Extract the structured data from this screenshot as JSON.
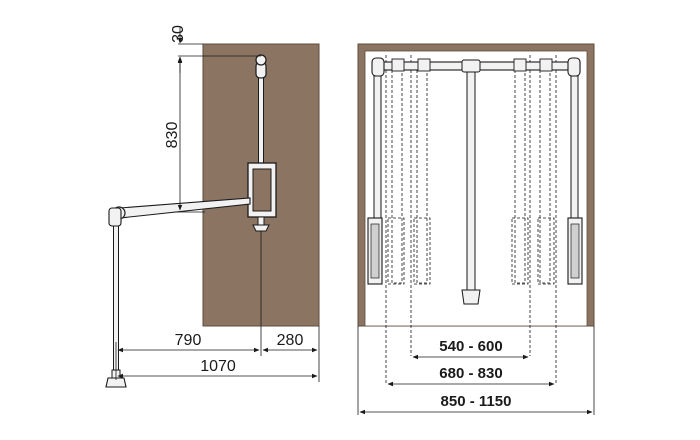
{
  "colors": {
    "cabinet": "#8c7462",
    "cabinet_edge": "#5e4b3e",
    "mechanism": "#f2f2f2",
    "line": "#1a1a1a",
    "background": "#ffffff"
  },
  "side_view": {
    "dim_top": "30",
    "dim_height": "830",
    "dim_depth_left": "790",
    "dim_depth_right": "280",
    "dim_total": "1070"
  },
  "front_view": {
    "dim_inner": "540 - 600",
    "dim_middle": "680 - 830",
    "dim_outer": "850 - 1150"
  }
}
